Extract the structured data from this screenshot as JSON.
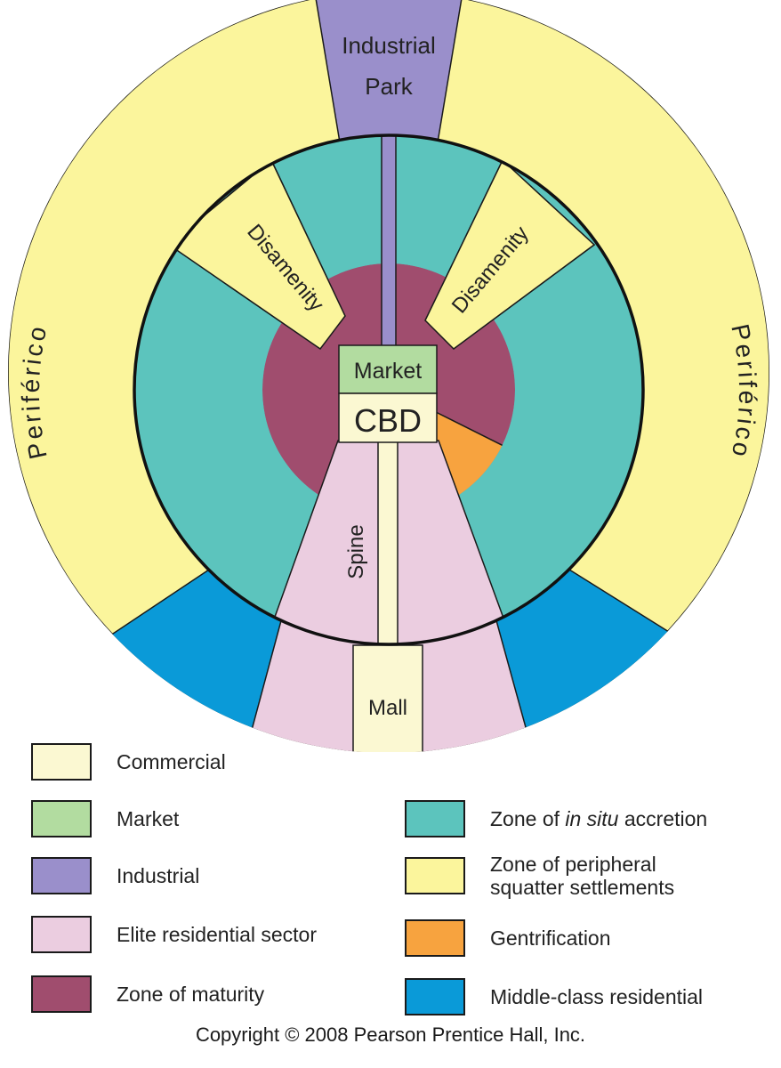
{
  "colors": {
    "commercial": "#fbf8d2",
    "market": "#b2dca0",
    "industrial": "#9a8fcb",
    "elite": "#ebcde0",
    "maturity": "#a04d6e",
    "insitu": "#5cc4bd",
    "peripheral": "#fbf59c",
    "gentrification": "#f7a33f",
    "middleclass": "#0a9ad8"
  },
  "labels": {
    "industrial_park_line1": "Industrial",
    "industrial_park_line2": "Park",
    "disamenity_left": "Disamenity",
    "disamenity_right": "Disamenity",
    "periferico_left": "Periférico",
    "periferico_right": "Periférico",
    "market": "Market",
    "cbd": "CBD",
    "spine": "Spine",
    "mall": "Mall"
  },
  "legend": {
    "commercial": "Commercial",
    "market": "Market",
    "industrial": "Industrial",
    "elite": "Elite residential sector",
    "maturity": "Zone of maturity",
    "insitu_prefix": "Zone of ",
    "insitu_italic": "in situ",
    "insitu_suffix": " accretion",
    "peripheral_line1": "Zone of peripheral",
    "peripheral_line2": "squatter settlements",
    "gentrification": "Gentrification",
    "middleclass": "Middle-class residential"
  },
  "copyright": "Copyright © 2008 Pearson Prentice Hall, Inc."
}
